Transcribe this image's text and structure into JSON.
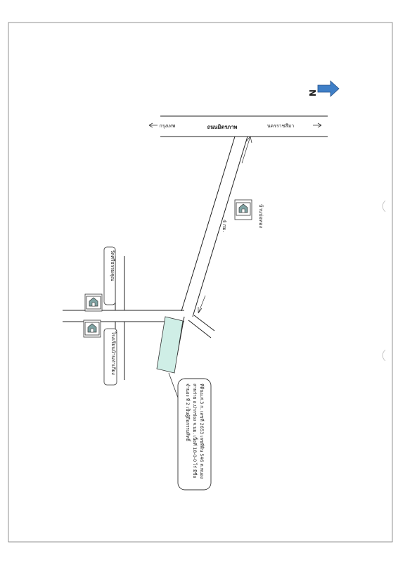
{
  "compass": {
    "letter": "N",
    "arrow_color": "#3f7fc7"
  },
  "highway": {
    "name": "ถนนมิตรภาพ",
    "left_destination": "กรุงเทพ",
    "right_destination": "นครราชสีมา"
  },
  "side_road": {
    "distance": "4 กม."
  },
  "landmarks": {
    "village": "บ้านบ่อทอง",
    "temple": "วัดศรีธรรมคุณ",
    "school": "โรงเรียนบ้านท่าเกียง"
  },
  "plot": {
    "fill_color": "#cfeee6",
    "callout_line1": "ที่ดินน.ส.3 ก. เลขที่ 2653 เลขที่ดิน 546 ต.หนอง",
    "callout_line2": "สาหร่าย อ.ปากช่อง จ.นม. เนื้อที่ 18-0-0 ไร่ มีชื่อ",
    "callout_line3": "จำนอง ที่ 2 เป็นผู้ถือกรรมสิทธิ์"
  },
  "icon_color": "#7fa3a3"
}
